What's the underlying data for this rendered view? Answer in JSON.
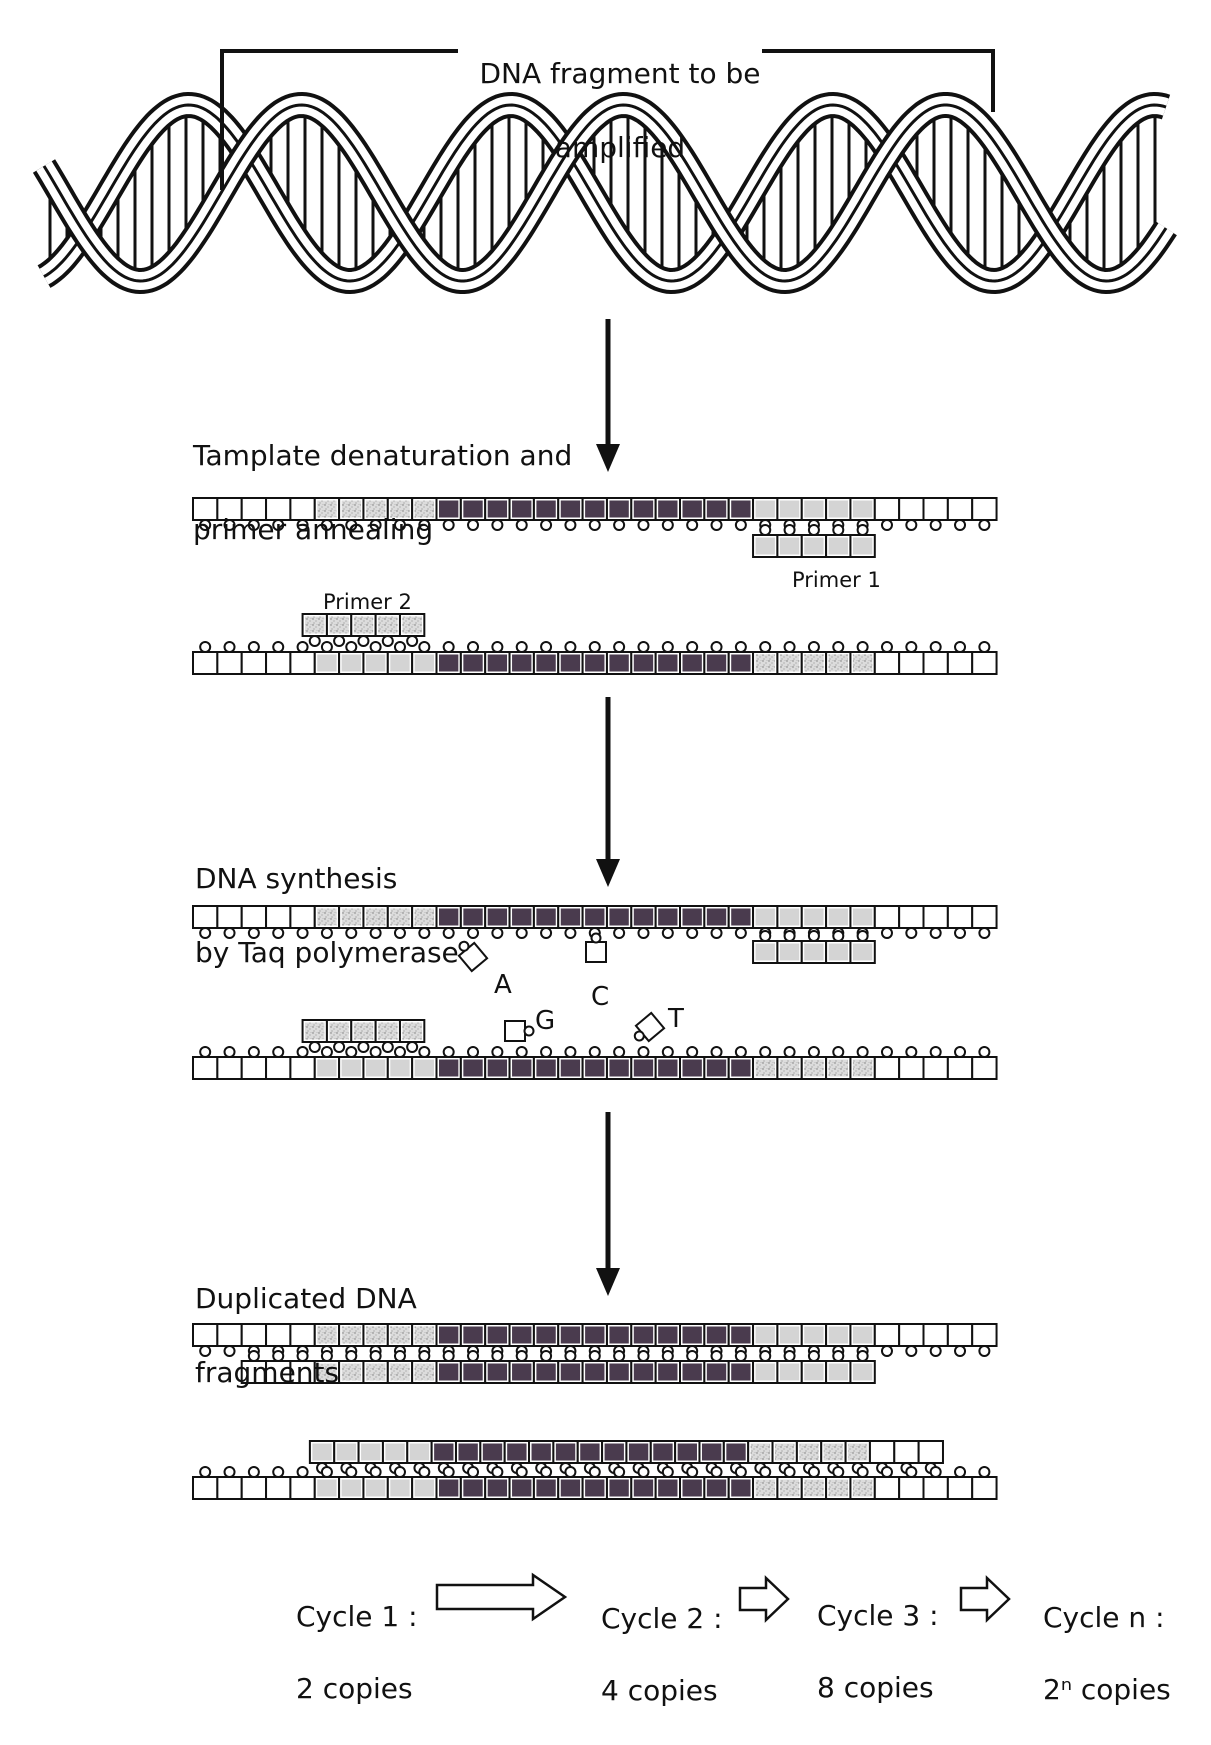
{
  "title_label": {
    "line1": "DNA fragment to be",
    "line2": "amplified"
  },
  "steps": [
    {
      "line1": "Tamplate denaturation and",
      "line2": "primer annealing"
    },
    {
      "line1": "DNA synthesis",
      "line2": "by Taq polymerase"
    },
    {
      "line1": "Duplicated DNA",
      "line2": "fragments"
    }
  ],
  "primers": {
    "primer1": "Primer 1",
    "primer2": "Primer 2"
  },
  "nucleotides": [
    "A",
    "C",
    "G",
    "T"
  ],
  "cycles": [
    {
      "name": "Cycle 1 :",
      "copies": "2 copies"
    },
    {
      "name": "Cycle 2 :",
      "copies": "4 copies"
    },
    {
      "name": "Cycle 3 :",
      "copies": "8 copies"
    },
    {
      "name": "Cycle n :",
      "copies": "2ⁿ copies"
    }
  ],
  "colors": {
    "target_region": "#4a3b4e",
    "primer_region": "#d4d4d4",
    "strand_outline": "#111111",
    "background": "#ffffff"
  }
}
